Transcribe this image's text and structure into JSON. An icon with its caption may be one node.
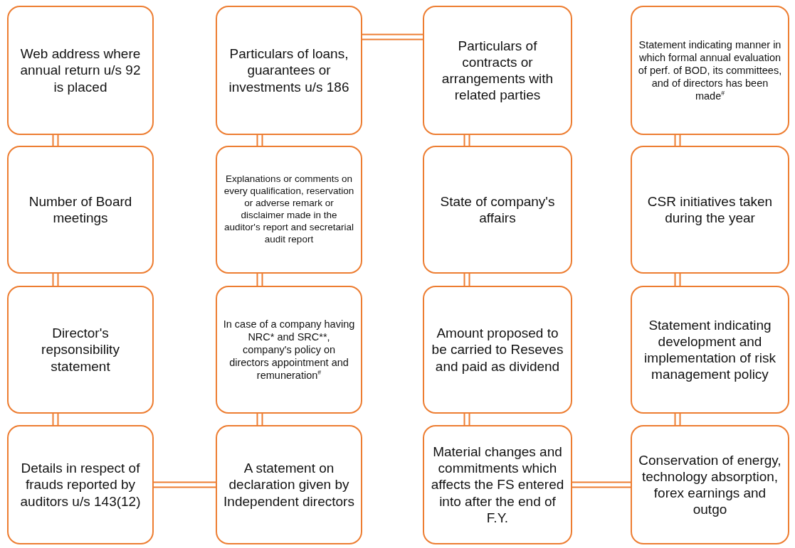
{
  "diagram": {
    "nodes": [
      {
        "text": [
          "Web address where annual return u/s 92 is placed"
        ]
      },
      {
        "text": [
          "Particulars of loans, guarantees or investments u/s 186"
        ]
      },
      {
        "text": [
          "Particulars of contracts or arrangements with related parties"
        ]
      },
      {
        "text": [
          "Statement indicating manner in which formal annual evaluation of perf. of BOD, its committees, and of directors has been made$^{#}$"
        ]
      },
      {
        "text": [
          "Number of Board meetings"
        ]
      },
      {
        "text": [
          "Explanations or comments on every qualification, reservation or adverse remark or disclaimer made in the auditor's report and secretarial audit report"
        ]
      },
      {
        "text": [
          "State of company's affairs"
        ]
      },
      {
        "text": [
          "CSR initiatives taken during the year"
        ]
      },
      {
        "text": [
          "Director's repsonsibility statement"
        ]
      },
      {
        "text": [
          "In case of a company having NRC* and SRC**, company's policy on directors appointment and remuneration$^{#}$"
        ]
      },
      {
        "text": [
          "Amount proposed to be carried to Reseves and paid as dividend"
        ]
      },
      {
        "text": [
          "Statement indicating development and implementation of risk management policy"
        ]
      },
      {
        "text": [
          "Details in respect of frauds reported by auditors u/s 143(12)"
        ]
      },
      {
        "text": [
          "A statement on declaration given by Independent directors"
        ]
      },
      {
        "text": [
          "Material changes and commitments which affects the FS entered into after the end of F.Y."
        ]
      },
      {
        "text": [
          "Conservation of energy, technology absorption, forex earnings and outgo"
        ]
      }
    ],
    "edges": [
      {
        "from": 0,
        "to": 4,
        "arrow": "none"
      },
      {
        "from": 4,
        "to": 8,
        "arrow": "none"
      },
      {
        "from": 8,
        "to": 12,
        "arrow": "none"
      },
      {
        "from": 12,
        "to": 13,
        "arrow": "none"
      },
      {
        "from": 13,
        "to": 9,
        "arrow": "none"
      },
      {
        "from": 9,
        "to": 5,
        "arrow": "none"
      },
      {
        "from": 5,
        "to": 1,
        "arrow": "none"
      },
      {
        "from": 1,
        "to": 2,
        "arrow": "none"
      },
      {
        "from": 2,
        "to": 6,
        "arrow": "none"
      },
      {
        "from": 6,
        "to": 10,
        "arrow": "none"
      },
      {
        "from": 10,
        "to": 14,
        "arrow": "none"
      },
      {
        "from": 14,
        "to": 15,
        "arrow": "none"
      },
      {
        "from": 15,
        "to": 11,
        "arrow": "none"
      },
      {
        "from": 11,
        "to": 7,
        "arrow": "none"
      },
      {
        "from": 7,
        "to": 3,
        "arrow": "none"
      }
    ]
  }
}
